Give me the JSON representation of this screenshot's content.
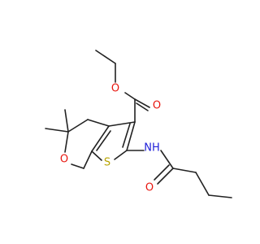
{
  "molecule": {
    "labels": {
      "ester_carbonyl_o": "O",
      "ester_ether_o": "O",
      "ring_o": "O",
      "amide_o": "O",
      "sulfur": "S",
      "amide_nh": "NH"
    },
    "colors": {
      "bond": "#222222",
      "oxygen": "#e8160f",
      "sulfur": "#b8a400",
      "nitrogen": "#2020d8"
    }
  }
}
